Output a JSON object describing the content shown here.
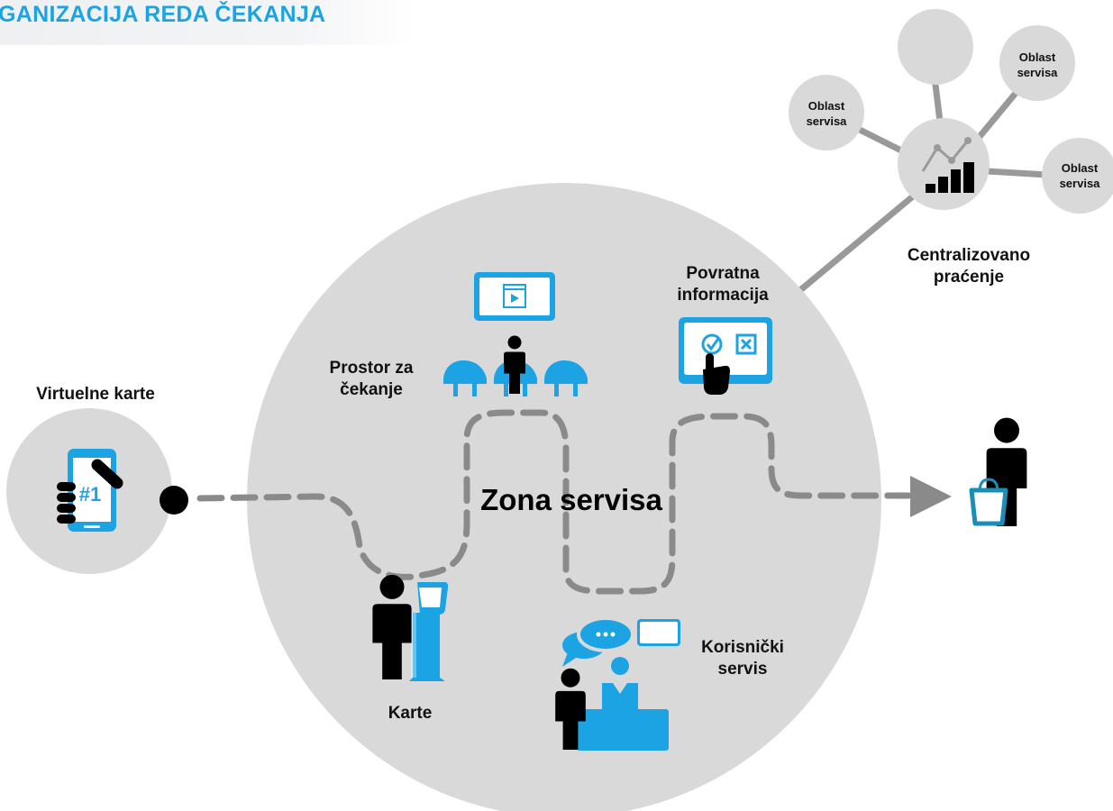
{
  "title": "GANIZACIJA REDA ČEKANJA",
  "labels": {
    "virtual_tickets": "Virtuelne karte",
    "service_zone": "Zona servisa",
    "waiting_area_line1": "Prostor za",
    "waiting_area_line2": "čekanje",
    "feedback_line1": "Povratna",
    "feedback_line2": "informacija",
    "tickets": "Karte",
    "customer_service_line1": "Korisnički",
    "customer_service_line2": "servis",
    "monitoring_line1": "Centralizovano",
    "monitoring_line2": "praćenje",
    "ticket_number": "#1"
  },
  "service_areas": [
    {
      "line1": "Oblast",
      "line2": "servisa"
    },
    {
      "line1": "Oblast",
      "line2": "servisa"
    },
    {
      "line1": "Oblast",
      "line2": "servisa"
    },
    {
      "line1": "",
      "line2": ""
    }
  ],
  "colors": {
    "accent": "#1ba3e3",
    "circle": "#d9d9d9",
    "path": "#888888",
    "figure": "#000000"
  },
  "icons": [
    "phone-icon",
    "hand-icon",
    "kiosk-icon",
    "person-icon",
    "chair-icon",
    "display-screen-icon",
    "play-icon",
    "feedback-terminal-icon",
    "checkmark-icon",
    "cross-icon",
    "pointer-hand-icon",
    "chat-bubble-icon",
    "desk-icon",
    "shopping-bag-icon",
    "arrow-right-icon",
    "analytics-chart-icon"
  ]
}
